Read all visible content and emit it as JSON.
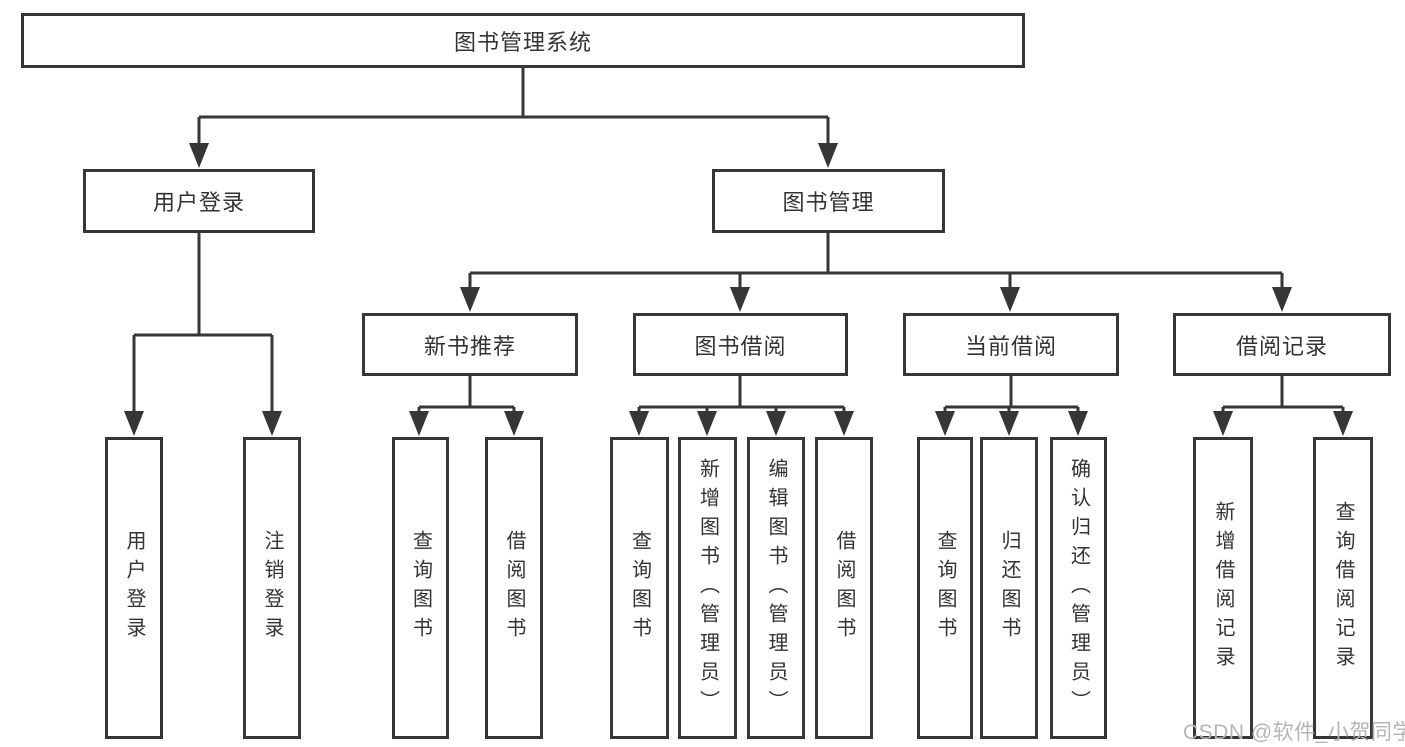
{
  "diagram_title": "图书管理系统",
  "nodes": {
    "root": "图书管理系统",
    "level2": {
      "user_login": "用户登录",
      "book_management": "图书管理"
    },
    "level3": {
      "new_book_recommend": "新书推荐",
      "book_borrowing": "图书借阅",
      "current_borrowing": "当前借阅",
      "borrowing_records": "借阅记录"
    },
    "leaves": {
      "user_login": "用户登录",
      "logout": "注销登录",
      "recommend_query_book": "查询图书",
      "recommend_borrow_book": "借阅图书",
      "borrowing_query_book": "查询图书",
      "borrowing_add_book": "新增图书（管理员）",
      "borrowing_edit_book": "编辑图书（管理员）",
      "borrowing_borrow_book": "借阅图书",
      "current_query_book": "查询图书",
      "current_return_book": "归还图书",
      "current_confirm_return": "确认归还（管理员）",
      "records_add_record": "新增借阅记录",
      "records_query_record": "查询借阅记录"
    }
  },
  "watermark": {
    "text": "CSDN @软件_小贺同学"
  },
  "colors": {
    "line": "#363636",
    "text": "#333333",
    "background": "#ffffff",
    "watermark": "#b5b5b5"
  }
}
